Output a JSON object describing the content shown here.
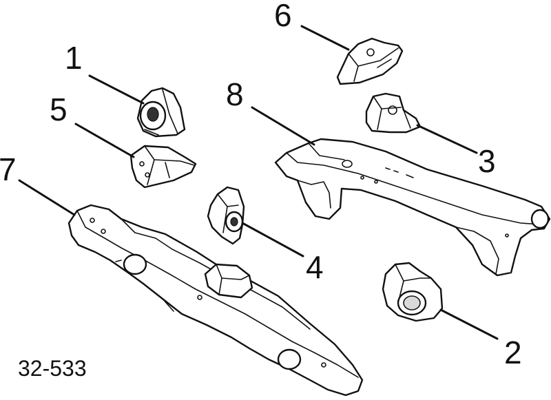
{
  "labels": {
    "part1": "1",
    "part2": "2",
    "part3": "3",
    "part4": "4",
    "part5": "5",
    "part6": "6",
    "part7": "7",
    "part8": "8"
  },
  "figure_ref": "32-533"
}
